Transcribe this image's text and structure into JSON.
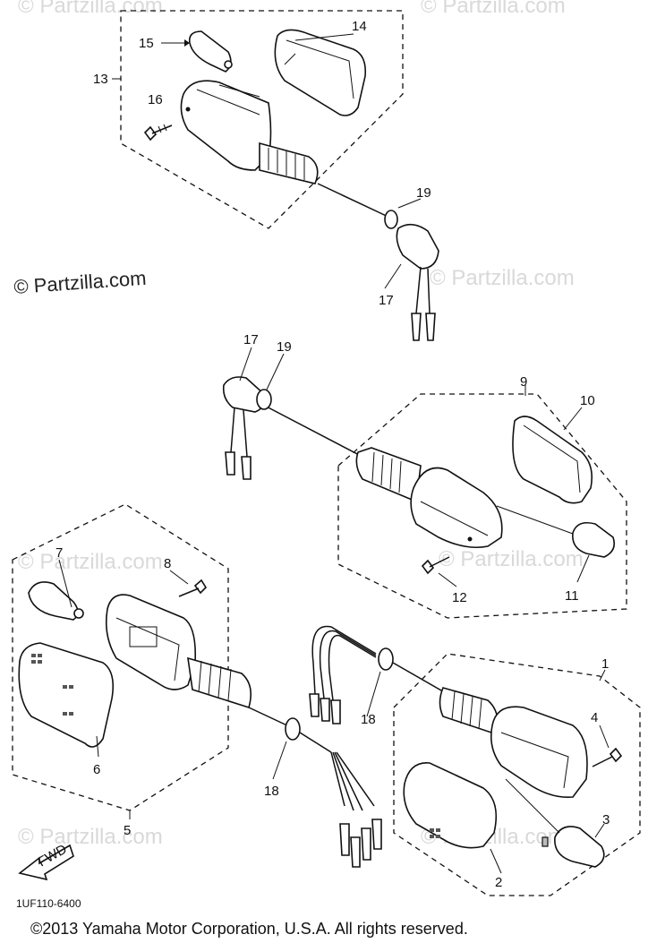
{
  "watermarks": {
    "main": "© Partzilla.com",
    "faint": "© Partzilla.com"
  },
  "callouts": {
    "c1": "1",
    "c2": "2",
    "c3": "3",
    "c4": "4",
    "c5": "5",
    "c6": "6",
    "c7": "7",
    "c8": "8",
    "c9": "9",
    "c10": "10",
    "c11": "11",
    "c12": "12",
    "c13": "13",
    "c14": "14",
    "c15": "15",
    "c16": "16",
    "c17a": "17",
    "c17b": "17",
    "c18a": "18",
    "c18b": "18",
    "c19a": "19",
    "c19b": "19"
  },
  "fwd_label": "FWD",
  "diagram_code": "1UF110-6400",
  "copyright": "©2013  Yamaha Motor Corporation, U.S.A. All rights reserved."
}
